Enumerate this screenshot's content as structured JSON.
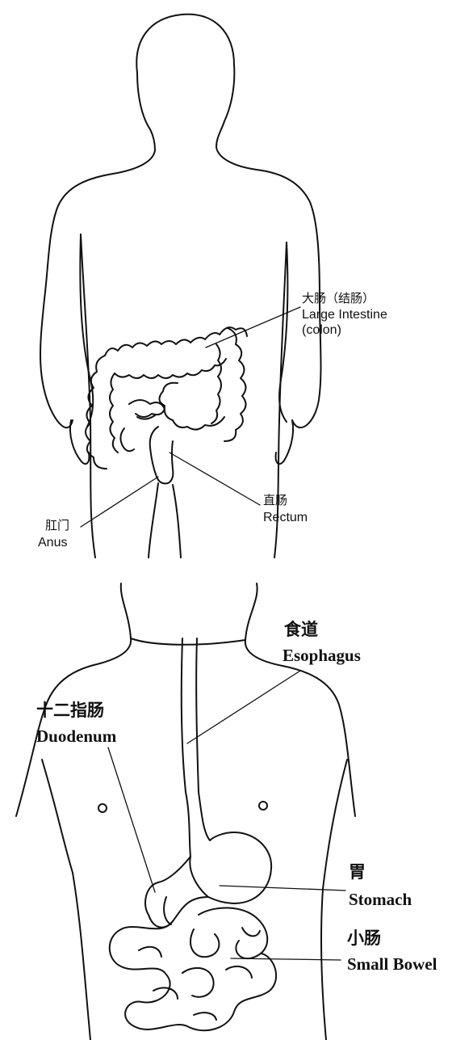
{
  "figure_top": {
    "large_intestine": {
      "zh": "大肠（结肠）",
      "en_line1": "Large Intestine",
      "en_line2": "(colon)"
    },
    "rectum": {
      "zh": "直肠",
      "en": "Rectum"
    },
    "anus": {
      "zh": "肛门",
      "en": "Anus"
    }
  },
  "figure_bottom": {
    "esophagus": {
      "zh": "食道",
      "en": "Esophagus"
    },
    "duodenum": {
      "zh": "十二指肠",
      "en": "Duodenum"
    },
    "stomach": {
      "zh": "胃",
      "en": "Stomach"
    },
    "small_bowel": {
      "zh": "小肠",
      "en": "Small Bowel"
    }
  }
}
